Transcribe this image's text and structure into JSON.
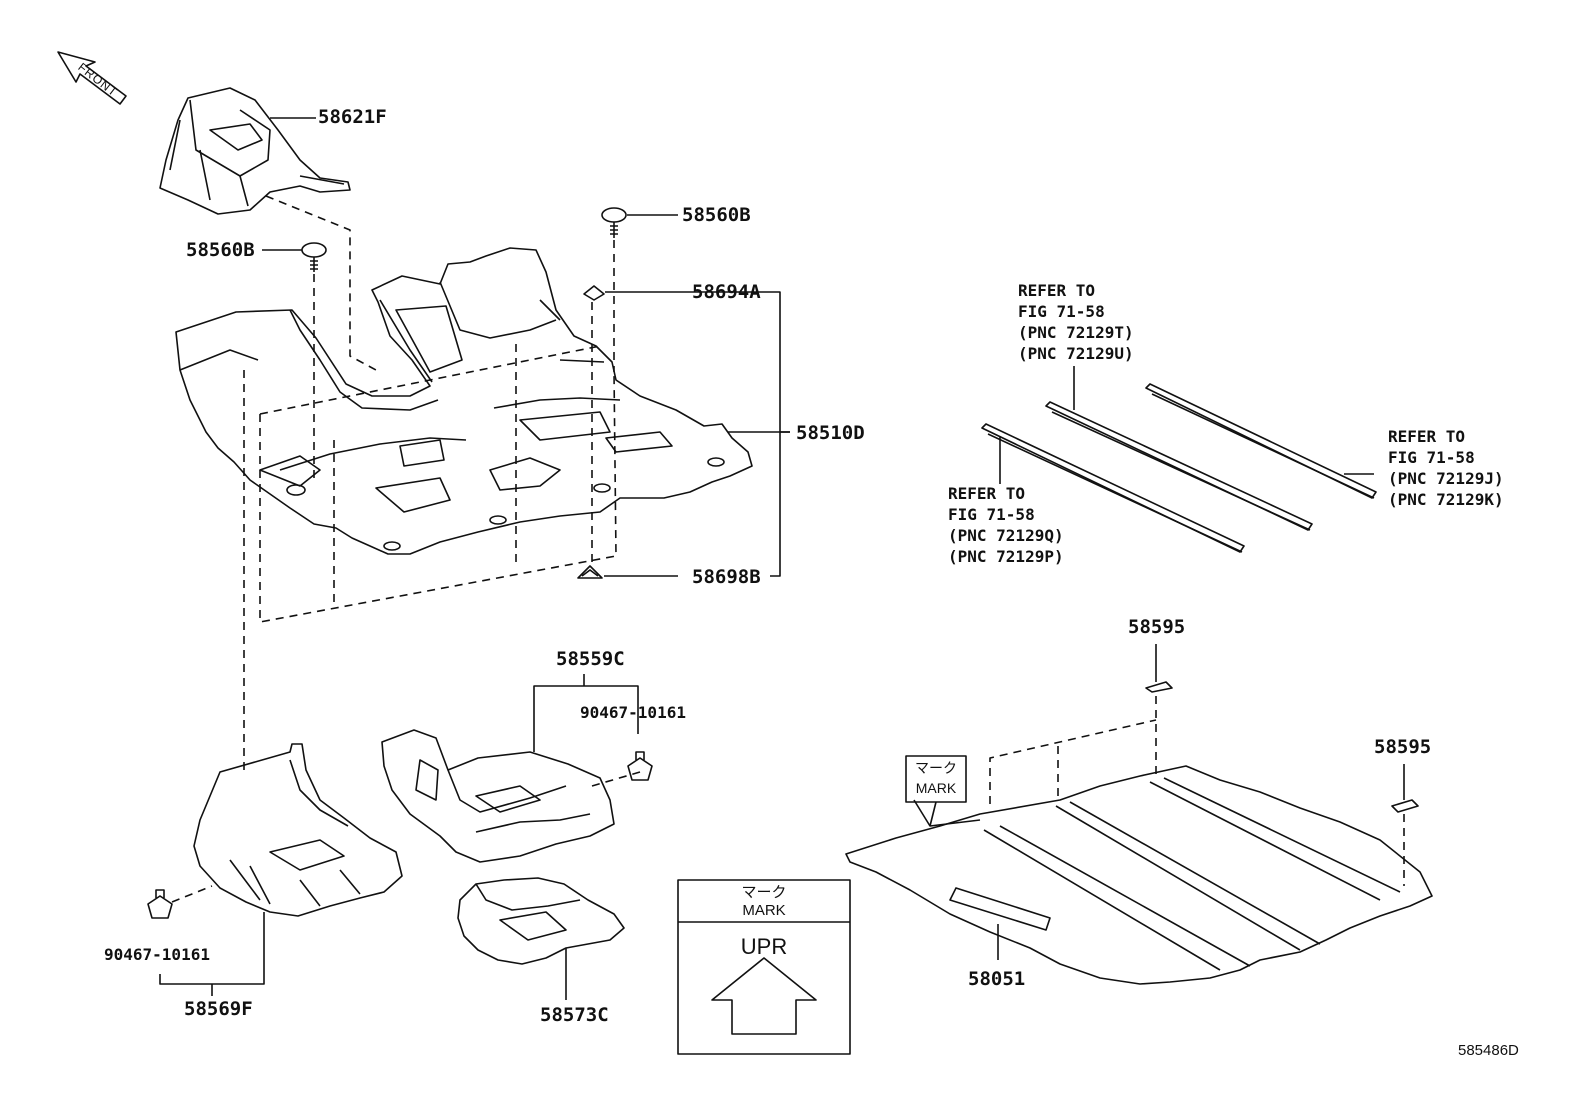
{
  "diagram": {
    "front_label": "FRONT",
    "figure_id": "585486D",
    "part_labels": {
      "p58621F": "58621F",
      "p58560B_right": "58560B",
      "p58560B_left": "58560B",
      "p58694A": "58694A",
      "p58510D": "58510D",
      "p58698B": "58698B",
      "p58559C": "58559C",
      "p90467_upper": "90467-10161",
      "p90467_lower": "90467-10161",
      "p58569F": "58569F",
      "p58573C": "58573C",
      "p58595_upper": "58595",
      "p58595_right": "58595",
      "p58051": "58051"
    },
    "refer_notes": [
      {
        "lines": [
          "REFER TO",
          "FIG 71-58",
          "(PNC 72129T)",
          "(PNC 72129U)"
        ]
      },
      {
        "lines": [
          "REFER TO",
          "FIG 71-58",
          "(PNC 72129J)",
          "(PNC 72129K)"
        ]
      },
      {
        "lines": [
          "REFER TO",
          "FIG 71-58",
          "(PNC 72129Q)",
          "(PNC 72129P)"
        ]
      }
    ],
    "mark_callout": {
      "jp": "マーク",
      "en": "MARK"
    },
    "mark_legend": {
      "jp": "マーク",
      "en": "MARK",
      "arrow_text": "UPR"
    }
  },
  "colors": {
    "line": "#111111",
    "background": "#ffffff"
  }
}
